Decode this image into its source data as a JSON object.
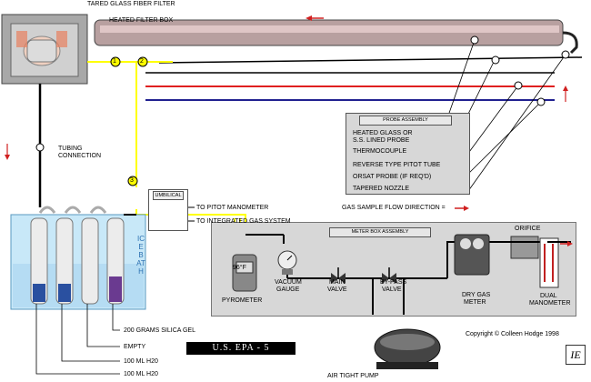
{
  "labels": {
    "tared_filter": "TARED GLASS FIBER FILTER",
    "heated_filter_box": "HEATED FILTER BOX",
    "tubing_connection_1": "TUBING",
    "tubing_connection_2": "CONNECTION",
    "umbilical": "UMBILICAL",
    "to_pitot": "TO PITOT MANOMETER",
    "to_gas_system": "TO INTEGRATED GAS SYSTEM",
    "probe_assembly": "PROBE ASSEMBLY",
    "probe_items": [
      "HEATED GLASS OR",
      "S.S. LINED PROBE",
      "THERMOCOUPLE",
      "REVERSE TYPE PITOT TUBE",
      "ORSAT PROBE (IF REQ'D)",
      "TAPERED NOZZLE"
    ],
    "flow_direction": "GAS SAMPLE FLOW DIRECTION =",
    "meter_box_assembly": "METER BOX ASSEMBLY",
    "orifice": "ORIFICE",
    "pyrometer": "PYROMETER",
    "pyrometer_reading": "96°F",
    "vacuum_gauge_1": "VACUUM",
    "vacuum_gauge_2": "GAUGE",
    "main_valve_1": "MAIN",
    "main_valve_2": "VALVE",
    "bypass_valve_1": "BY-PASS",
    "bypass_valve_2": "VALVE",
    "dry_gas_meter_1": "DRY GAS",
    "dry_gas_meter_2": "METER",
    "dual_manometer_1": "DUAL",
    "dual_manometer_2": "MANOMETER",
    "ice_bath": "ICE BATH",
    "silica_gel": "200 GRAMS SILICA GEL",
    "empty": "EMPTY",
    "water_1": "100 ML H20",
    "water_2": "100 ML H20",
    "copyright": "Copyright © Colleen Hodge 1998",
    "epa": "U.S. EPA - 5",
    "pump": "AIR TIGHT PUMP",
    "logo": "IE",
    "markers": [
      "1",
      "2",
      "3"
    ]
  },
  "colors": {
    "yellow_line": "#ffff00",
    "red_line": "#e02020",
    "blue_line": "#202090",
    "ice_bath": "#c8e8f8",
    "meter_box": "#d7d7d7",
    "probe_box": "#d7d7d7"
  }
}
